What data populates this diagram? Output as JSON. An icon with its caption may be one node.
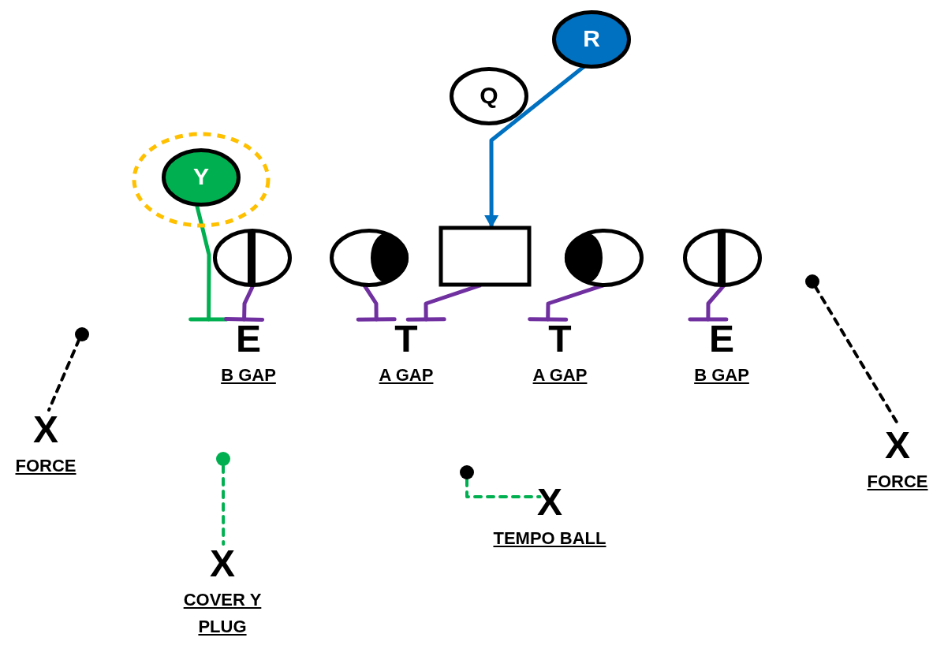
{
  "diagram": {
    "nodes": [
      {
        "text": [
          "R"
        ]
      },
      {
        "text": [
          "Q"
        ]
      },
      {
        "text": [],
        "shape": "circle"
      },
      {
        "text": [
          "Y"
        ],
        "in": 2
      },
      {
        "text": [],
        "shape": "circle"
      },
      {
        "text": [],
        "shape": "circle"
      },
      {
        "text": [],
        "shape": "box"
      },
      {
        "text": [],
        "shape": "circle"
      },
      {
        "text": [],
        "shape": "circle"
      },
      {
        "text": [
          "E"
        ],
        "beside": [
          "B GAP"
        ]
      },
      {
        "text": [
          "T"
        ],
        "beside": [
          "A GAP"
        ]
      },
      {
        "text": [
          "T"
        ],
        "beside": [
          "A GAP"
        ]
      },
      {
        "text": [
          "E"
        ],
        "beside": [
          "B GAP"
        ]
      },
      {
        "text": [],
        "shape": "circle"
      },
      {
        "text": [],
        "shape": "circle"
      },
      {
        "text": [
          "X"
        ],
        "beside": [
          "FORCE"
        ]
      },
      {
        "text": [
          "X"
        ],
        "beside": [
          "FORCE"
        ]
      },
      {
        "text": [],
        "shape": "circle"
      },
      {
        "text": [],
        "shape": "circle"
      },
      {
        "text": [
          "X"
        ],
        "beside": [
          "TEMPO BALL"
        ]
      },
      {
        "text": [
          "X"
        ],
        "beside": [
          "COVER Y PLUG"
        ]
      }
    ],
    "edges": [
      {
        "from": 0,
        "to": 6,
        "arrow": "to",
        "color": "#0070c0"
      },
      {
        "from": 3,
        "to": 9,
        "arrow": "other",
        "color": "#00b050"
      },
      {
        "from": 4,
        "to": 9,
        "arrow": "other"
      },
      {
        "from": 5,
        "to": 10,
        "arrow": "other"
      },
      {
        "from": 6,
        "to": 10,
        "arrow": "other"
      },
      {
        "from": 7,
        "to": 11,
        "arrow": "other"
      },
      {
        "from": 8,
        "to": 12,
        "arrow": "other"
      },
      {
        "from": 14,
        "to": 15,
        "arrow": "none",
        "style": "dashed",
        "color": "#000000"
      },
      {
        "from": 13,
        "to": 16,
        "arrow": "none",
        "style": "dashed",
        "color": "#000000"
      },
      {
        "from": 17,
        "to": 20,
        "arrow": "none",
        "style": "dashed",
        "color": "#00b050"
      },
      {
        "from": 18,
        "to": 19,
        "arrow": "none",
        "style": "dashed",
        "color": "#00b050"
      }
    ]
  }
}
